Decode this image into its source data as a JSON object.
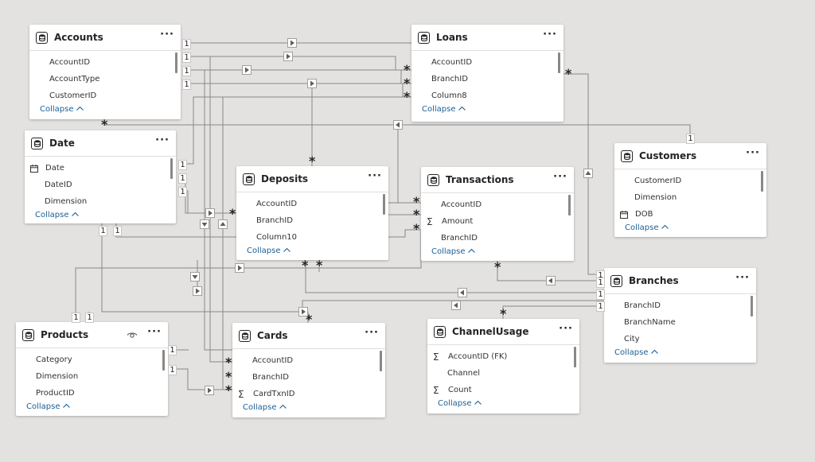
{
  "tables": [
    {
      "key": "accounts",
      "title": "Accounts",
      "fields": [
        {
          "name": "AccountID",
          "icon": ""
        },
        {
          "name": "AccountType",
          "icon": ""
        },
        {
          "name": "CustomerID",
          "icon": ""
        }
      ],
      "collapse": "Collapse"
    },
    {
      "key": "loans",
      "title": "Loans",
      "fields": [
        {
          "name": "AccountID",
          "icon": ""
        },
        {
          "name": "BranchID",
          "icon": ""
        },
        {
          "name": "Column8",
          "icon": ""
        }
      ],
      "collapse": "Collapse"
    },
    {
      "key": "date",
      "title": "Date",
      "fields": [
        {
          "name": "Date",
          "icon": "calendar-icon"
        },
        {
          "name": "DateID",
          "icon": ""
        },
        {
          "name": "Dimension",
          "icon": ""
        }
      ],
      "collapse": "Collapse"
    },
    {
      "key": "customers",
      "title": "Customers",
      "fields": [
        {
          "name": "CustomerID",
          "icon": ""
        },
        {
          "name": "Dimension",
          "icon": ""
        },
        {
          "name": "DOB",
          "icon": "calendar-icon"
        }
      ],
      "collapse": "Collapse"
    },
    {
      "key": "deposits",
      "title": "Deposits",
      "fields": [
        {
          "name": "AccountID",
          "icon": ""
        },
        {
          "name": "BranchID",
          "icon": ""
        },
        {
          "name": "Column10",
          "icon": ""
        }
      ],
      "collapse": "Collapse"
    },
    {
      "key": "transactions",
      "title": "Transactions",
      "fields": [
        {
          "name": "AccountID",
          "icon": ""
        },
        {
          "name": "Amount",
          "icon": "sigma-icon"
        },
        {
          "name": "BranchID",
          "icon": ""
        }
      ],
      "collapse": "Collapse"
    },
    {
      "key": "branches",
      "title": "Branches",
      "fields": [
        {
          "name": "BranchID",
          "icon": ""
        },
        {
          "name": "BranchName",
          "icon": ""
        },
        {
          "name": "City",
          "icon": ""
        }
      ],
      "collapse": "Collapse"
    },
    {
      "key": "products",
      "title": "Products",
      "fields": [
        {
          "name": "Category",
          "icon": ""
        },
        {
          "name": "Dimension",
          "icon": ""
        },
        {
          "name": "ProductID",
          "icon": ""
        }
      ],
      "collapse": "Collapse",
      "hidden_icon": "eye-icon"
    },
    {
      "key": "cards",
      "title": "Cards",
      "fields": [
        {
          "name": "AccountID",
          "icon": ""
        },
        {
          "name": "BranchID",
          "icon": ""
        },
        {
          "name": "CardTxnID",
          "icon": "sigma-icon"
        }
      ],
      "collapse": "Collapse"
    },
    {
      "key": "channelusage",
      "title": "ChannelUsage",
      "fields": [
        {
          "name": "AccountID (FK)",
          "icon": "sigma-icon"
        },
        {
          "name": "Channel",
          "icon": ""
        },
        {
          "name": "Count",
          "icon": "sigma-icon"
        }
      ],
      "collapse": "Collapse"
    }
  ],
  "ui": {
    "more_label": "···",
    "one": "1",
    "many": "*"
  },
  "colors": {
    "background": "#e3e2e1",
    "card": "#ffffff",
    "line": "#8a8886",
    "link": "#1b5f95",
    "text": "#252423"
  }
}
